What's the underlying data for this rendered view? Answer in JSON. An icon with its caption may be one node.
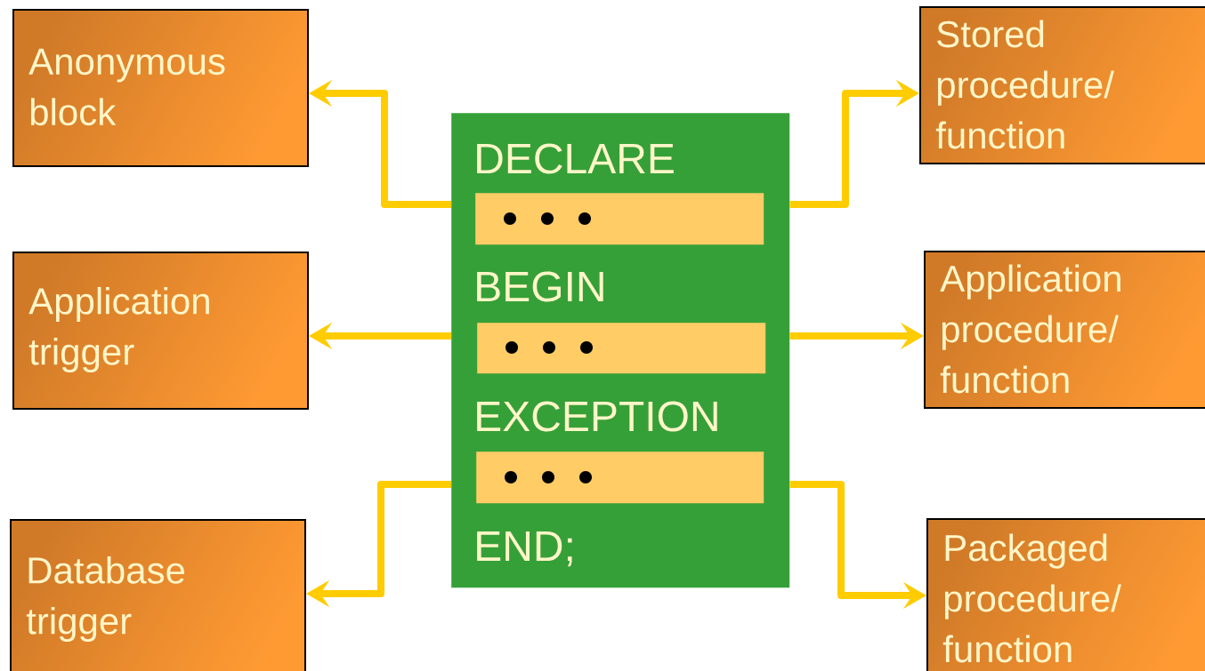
{
  "diagram": {
    "nodes": [
      {
        "text": [
          "DECLARE",
          "BEGIN",
          "EXCEPTION",
          "END;"
        ]
      },
      {
        "text": [],
        "shape": "bar",
        "in": 0
      },
      {
        "text": [],
        "shape": "bar",
        "in": 0
      },
      {
        "text": [],
        "shape": "bar",
        "in": 0
      },
      {
        "text": [
          "Anonymous block"
        ]
      },
      {
        "text": [
          "Application trigger"
        ]
      },
      {
        "text": [
          "Database trigger"
        ]
      },
      {
        "text": [
          "Stored procedure/ function"
        ]
      },
      {
        "text": [
          "Application procedure/ function"
        ]
      },
      {
        "text": [
          "Packaged procedure/ function"
        ]
      }
    ],
    "edges": [
      {
        "from": 0,
        "to": 4,
        "arrow": "to"
      },
      {
        "from": 0,
        "to": 5,
        "arrow": "to"
      },
      {
        "from": 0,
        "to": 6,
        "arrow": "to"
      },
      {
        "from": 0,
        "to": 7,
        "arrow": "to"
      },
      {
        "from": 0,
        "to": 8,
        "arrow": "to"
      },
      {
        "from": 0,
        "to": 9,
        "arrow": "to"
      }
    ]
  }
}
